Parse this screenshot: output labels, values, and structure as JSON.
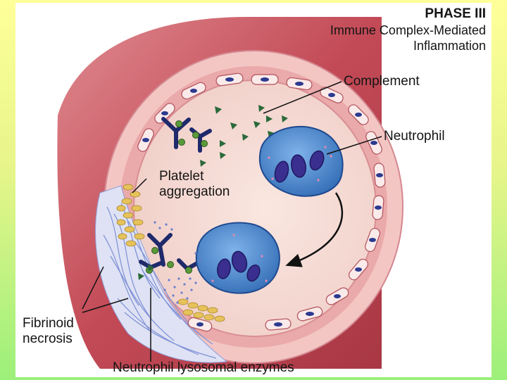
{
  "title": {
    "phase": "PHASE III",
    "line1": "Immune Complex-Mediated",
    "line2": "Inflammation"
  },
  "labels": {
    "complement": "Complement",
    "neutrophil": "Neutrophil",
    "platelet_line1": "Platelet",
    "platelet_line2": "aggregation",
    "fibrinoid_line1": "Fibrinoid",
    "fibrinoid_line2": "necrosis",
    "enzymes": "Neutrophil lysosomal enzymes"
  },
  "colors": {
    "slide_bg_top": "#ffff99",
    "slide_bg_bottom": "#9cf07a",
    "vessel_outer": "#c8545e",
    "vessel_wall": "#f3c4c4",
    "lumen": "#f6dcd6",
    "endothelial_nucleus": "#2c3a8f",
    "neutrophil": "#4a86cf",
    "complement": "#2a6a3a",
    "platelet": "#e6c25a",
    "fibrin": "#8fa0dc"
  }
}
